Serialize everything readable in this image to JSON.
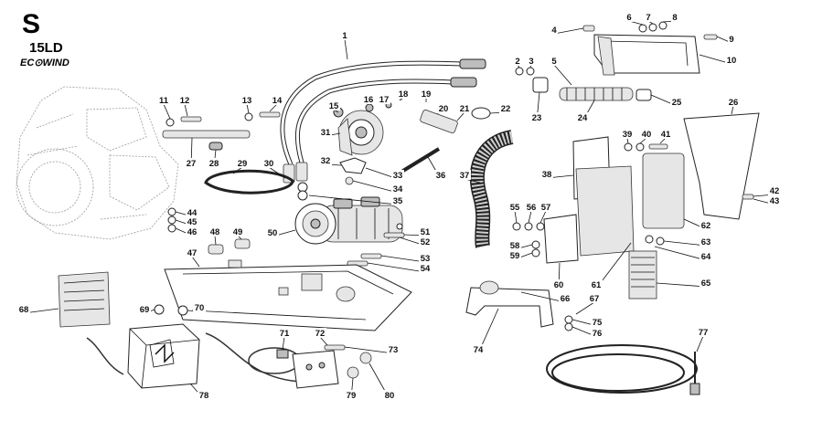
{
  "header": {
    "letter": "S",
    "model": "15LD",
    "brand": "EC⊙WIND"
  },
  "callouts": [
    "1",
    "2",
    "3",
    "4",
    "5",
    "6",
    "7",
    "8",
    "9",
    "10",
    "11",
    "12",
    "13",
    "14",
    "15",
    "16",
    "17",
    "18",
    "19",
    "20",
    "21",
    "22",
    "23",
    "24",
    "25",
    "26",
    "27",
    "28",
    "29",
    "30",
    "31",
    "32",
    "33",
    "34",
    "35",
    "36",
    "37",
    "38",
    "39",
    "40",
    "41",
    "42",
    "43",
    "44",
    "45",
    "46",
    "47",
    "48",
    "49",
    "50",
    "51",
    "52",
    "53",
    "54",
    "55",
    "56",
    "57",
    "58",
    "59",
    "60",
    "61",
    "62",
    "63",
    "64",
    "65",
    "66",
    "67",
    "68",
    "69",
    "70",
    "71",
    "72",
    "73",
    "74",
    "75",
    "76",
    "77",
    "78",
    "79",
    "80"
  ]
}
